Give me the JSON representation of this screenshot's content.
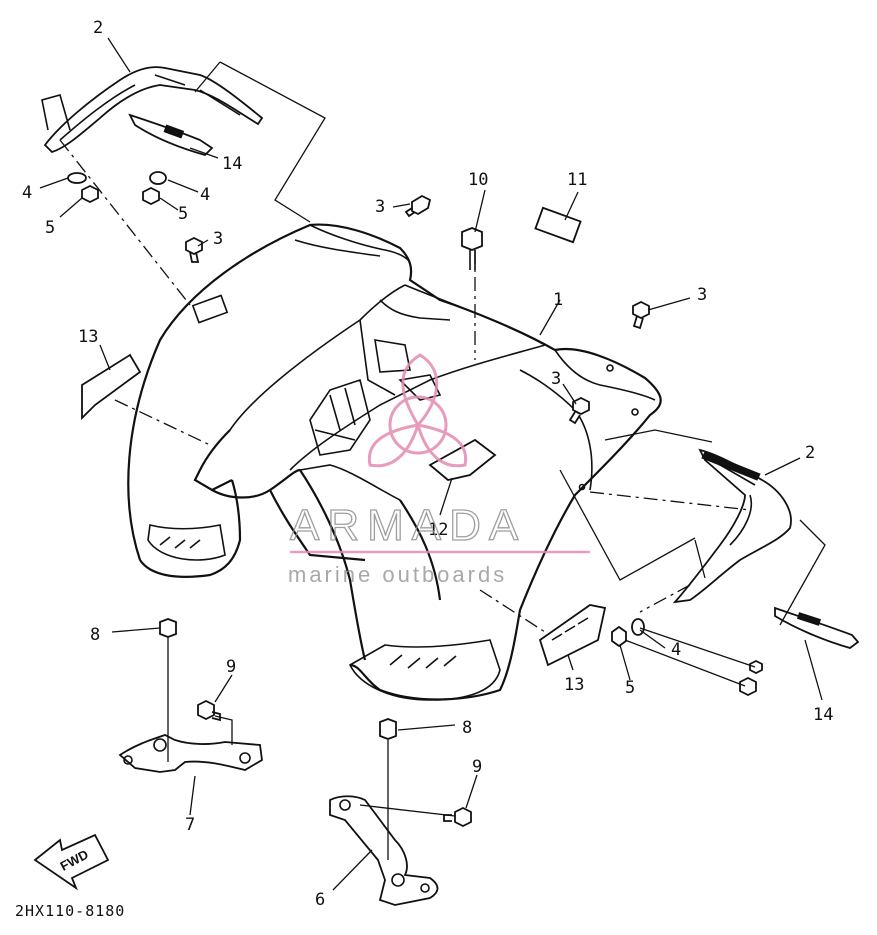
{
  "diagram": {
    "drawing_code": "2HX110-8180",
    "fwd_label": "FWD",
    "part_labels": {
      "p1": "1",
      "p2a": "2",
      "p2b": "2",
      "p3a": "3",
      "p3b": "3",
      "p3c": "3",
      "p3d": "3",
      "p4a": "4",
      "p4b": "4",
      "p4c": "4",
      "p5a": "5",
      "p5b": "5",
      "p5c": "5",
      "p6": "6",
      "p7": "7",
      "p8a": "8",
      "p8b": "8",
      "p9a": "9",
      "p9b": "9",
      "p10": "10",
      "p11": "11",
      "p12": "12",
      "p13a": "13",
      "p13b": "13",
      "p14a": "14",
      "p14b": "14"
    }
  },
  "watermark": {
    "brand": "ARMADA",
    "tagline": "marine outboards",
    "logo_color": "#e38bb2"
  }
}
